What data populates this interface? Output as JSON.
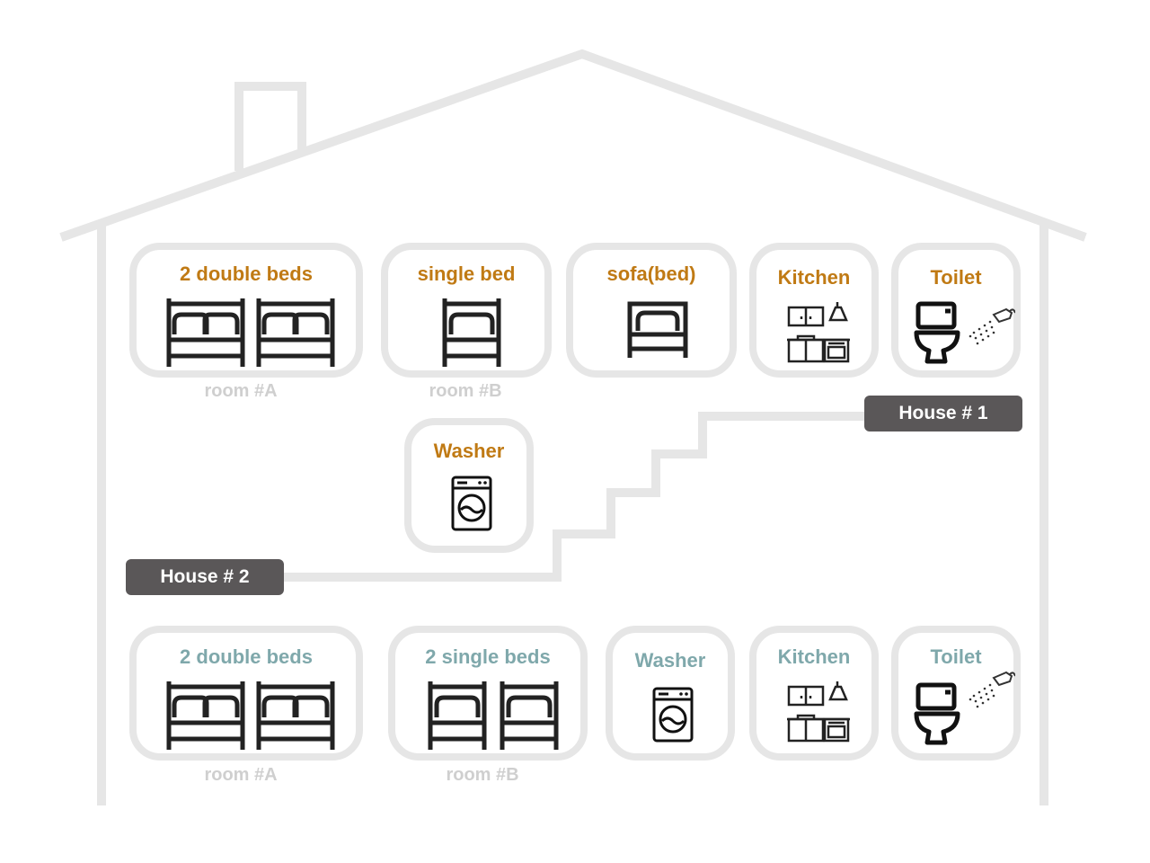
{
  "house1": {
    "badge": "House # 1",
    "label_color": "#c07a14",
    "cards": [
      {
        "label": "2 double beds",
        "icon": "double-bed-icon",
        "count": 2
      },
      {
        "label": "single bed",
        "icon": "single-bed-icon",
        "count": 1
      },
      {
        "label": "sofa(bed)",
        "icon": "sofa-bed-icon",
        "count": 1
      },
      {
        "label": "Kitchen",
        "icon": "kitchen-icon"
      },
      {
        "label": "Toilet",
        "icon": "toilet-icon"
      },
      {
        "label": "Washer",
        "icon": "washing-machine-icon"
      }
    ],
    "rooms": [
      "room #A",
      "room #B"
    ]
  },
  "house2": {
    "badge": "House # 2",
    "label_color": "#7fa8ab",
    "cards": [
      {
        "label": "2 double beds",
        "icon": "double-bed-icon",
        "count": 2
      },
      {
        "label": "2 single beds",
        "icon": "single-bed-icon",
        "count": 2
      },
      {
        "label": "Washer",
        "icon": "washing-machine-icon"
      },
      {
        "label": "Kitchen",
        "icon": "kitchen-icon"
      },
      {
        "label": "Toilet",
        "icon": "toilet-icon"
      }
    ],
    "rooms": [
      "room #A",
      "room #B"
    ]
  },
  "colors": {
    "outline": "#e6e6e6",
    "badge_bg": "#5a5758",
    "icon": "#222222",
    "room_label": "#cfcfcf"
  }
}
